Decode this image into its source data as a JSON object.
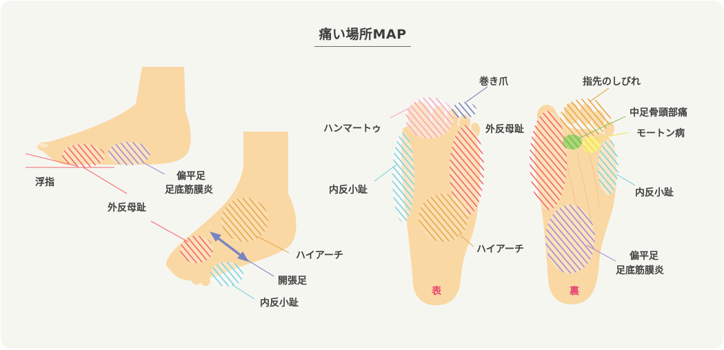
{
  "title": "痛い場所MAP",
  "colors": {
    "background": "#f6f6f1",
    "foot": "#f9d8a4",
    "red": "#f26b6b",
    "purple": "#a68fd0",
    "orange": "#e9a84a",
    "blue": "#7fd3df",
    "pink": "#f6a5c8",
    "navy": "#7a84c2",
    "green": "#8cc45a",
    "yellow": "#f6e25a",
    "side_label": "#e8436e"
  },
  "labels": {
    "ukiyubi": "浮指",
    "gaihanboshi": "外反母趾",
    "henpeisoku_l1": "偏平足",
    "henpeisoku_l2": "足底筋膜炎",
    "high_arch": "ハイアーチ",
    "kaichosoku": "開張足",
    "naihan_shoshi": "内反小趾",
    "hammer_toe": "ハンマートゥ",
    "makizume": "巻き爪",
    "shibire": "指先のしびれ",
    "chusoku": "中足骨頭部痛",
    "morton": "モートン病",
    "omote": "表",
    "ura": "裏"
  }
}
